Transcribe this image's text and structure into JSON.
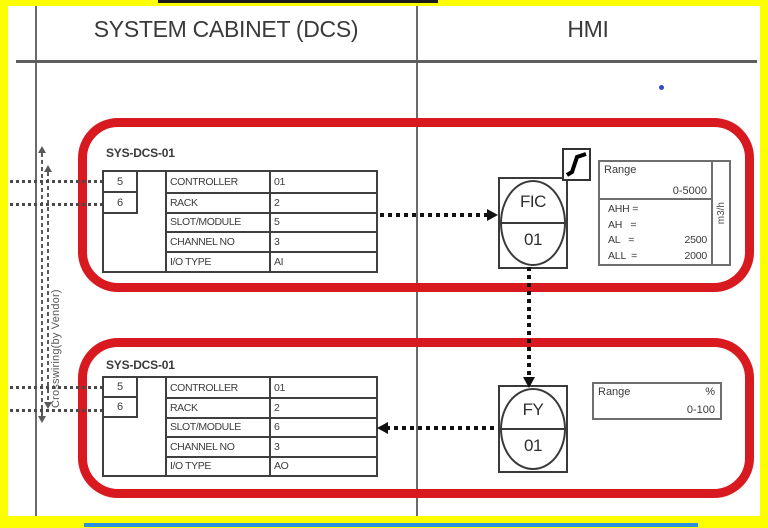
{
  "header": {
    "left_column": "SYSTEM CABINET (DCS)",
    "right_column": "HMI"
  },
  "side": {
    "crosswiring_label": "Crosswiring(by Vendor)"
  },
  "loops": [
    {
      "cabinet_label": "SYS-DCS-01",
      "terminals": [
        "5",
        "6"
      ],
      "io_table": [
        {
          "label": "CONTROLLER",
          "value": "01"
        },
        {
          "label": "RACK",
          "value": "2"
        },
        {
          "label": "SLOT/MODULE",
          "value": "5"
        },
        {
          "label": "CHANNEL NO",
          "value": "3"
        },
        {
          "label": "I/O TYPE",
          "value": "AI"
        }
      ],
      "instrument": {
        "tag": "FIC",
        "number": "01"
      },
      "range": {
        "title": "Range",
        "span": "0-5000",
        "unit": "m3/h",
        "alarms": [
          {
            "label": "AHH =",
            "value": ""
          },
          {
            "label": "AH   =",
            "value": ""
          },
          {
            "label": "AL   =",
            "value": "2500"
          },
          {
            "label": "ALL  =",
            "value": "2000"
          }
        ]
      }
    },
    {
      "cabinet_label": "SYS-DCS-01",
      "terminals": [
        "5",
        "6"
      ],
      "io_table": [
        {
          "label": "CONTROLLER",
          "value": "01"
        },
        {
          "label": "RACK",
          "value": "2"
        },
        {
          "label": "SLOT/MODULE",
          "value": "6"
        },
        {
          "label": "CHANNEL NO",
          "value": "3"
        },
        {
          "label": "I/O TYPE",
          "value": "AO"
        }
      ],
      "instrument": {
        "tag": "FY",
        "number": "01"
      },
      "range": {
        "title": "Range",
        "unit": "%",
        "span": "0-100"
      }
    }
  ],
  "colors": {
    "frame_yellow": "#fdff00",
    "loop_highlight_red": "#d8191f",
    "line_dark": "#3c3c3c",
    "bottom_strip_blue": "#2b8fe0"
  }
}
